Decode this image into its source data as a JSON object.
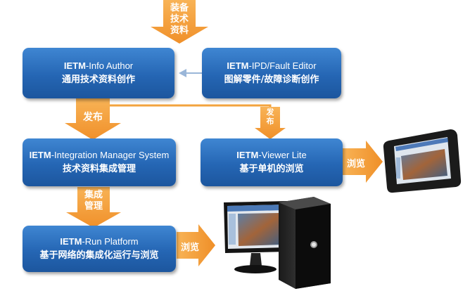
{
  "colors": {
    "box_blue": "#2a6cbc",
    "arrow_orange": "#f5a23a",
    "line_orange": "#f3a33e"
  },
  "arrow_labels": {
    "input": [
      "装备",
      "技术",
      "资料"
    ],
    "publish_main": "发布",
    "publish_side": [
      "发",
      "布"
    ],
    "integrate": [
      "集成",
      "管理"
    ],
    "browse_tablet": "浏览",
    "browse_pc": "浏览"
  },
  "boxes": {
    "info_author": {
      "prefix": "IETM",
      "suffix": "-Info Author",
      "subtitle": "通用技术资料创作"
    },
    "ipd_editor": {
      "prefix": "IETM",
      "suffix": "-IPD/Fault Editor",
      "subtitle": "图解零件/故障诊断创作"
    },
    "integration": {
      "prefix": "IETM",
      "suffix": "-Integration Manager System",
      "subtitle": "技术资料集成管理"
    },
    "viewer_lite": {
      "prefix": "IETM",
      "suffix": "-Viewer Lite",
      "subtitle": "基于单机的浏览"
    },
    "run_platform": {
      "prefix": "IETM",
      "suffix": "-Run Platform",
      "subtitle": "基于网络的集成化运行与浏览"
    }
  },
  "devices": [
    "tablet-icon",
    "desktop-computer-icon"
  ]
}
